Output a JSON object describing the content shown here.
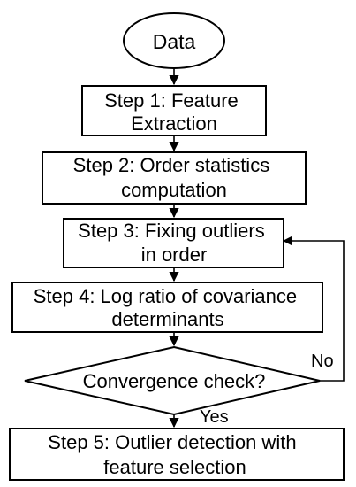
{
  "nodes": [
    {
      "id": "data",
      "shape": "ellipse",
      "lines": [
        "Data"
      ]
    },
    {
      "id": "step1",
      "shape": "rect",
      "lines": [
        "Step 1: Feature",
        "Extraction"
      ]
    },
    {
      "id": "step2",
      "shape": "rect",
      "lines": [
        "Step 2: Order statistics",
        "computation"
      ]
    },
    {
      "id": "step3",
      "shape": "rect",
      "lines": [
        "Step 3: Fixing outliers",
        "in order"
      ]
    },
    {
      "id": "step4",
      "shape": "rect",
      "lines": [
        "Step 4: Log ratio of covariance",
        "determinants"
      ]
    },
    {
      "id": "check",
      "shape": "diamond",
      "lines": [
        "Convergence check?"
      ]
    },
    {
      "id": "step5",
      "shape": "rect",
      "lines": [
        "Step 5: Outlier detection with",
        "feature selection"
      ]
    }
  ],
  "edges": [
    {
      "from": "data",
      "to": "step1",
      "label": ""
    },
    {
      "from": "step1",
      "to": "step2",
      "label": ""
    },
    {
      "from": "step2",
      "to": "step3",
      "label": ""
    },
    {
      "from": "step3",
      "to": "step4",
      "label": ""
    },
    {
      "from": "step4",
      "to": "check",
      "label": ""
    },
    {
      "from": "check",
      "to": "step5",
      "label": "Yes"
    },
    {
      "from": "check",
      "to": "step3",
      "label": "No"
    }
  ],
  "colors": {
    "stroke": "#000000",
    "fill": "#ffffff",
    "text": "#000000"
  }
}
